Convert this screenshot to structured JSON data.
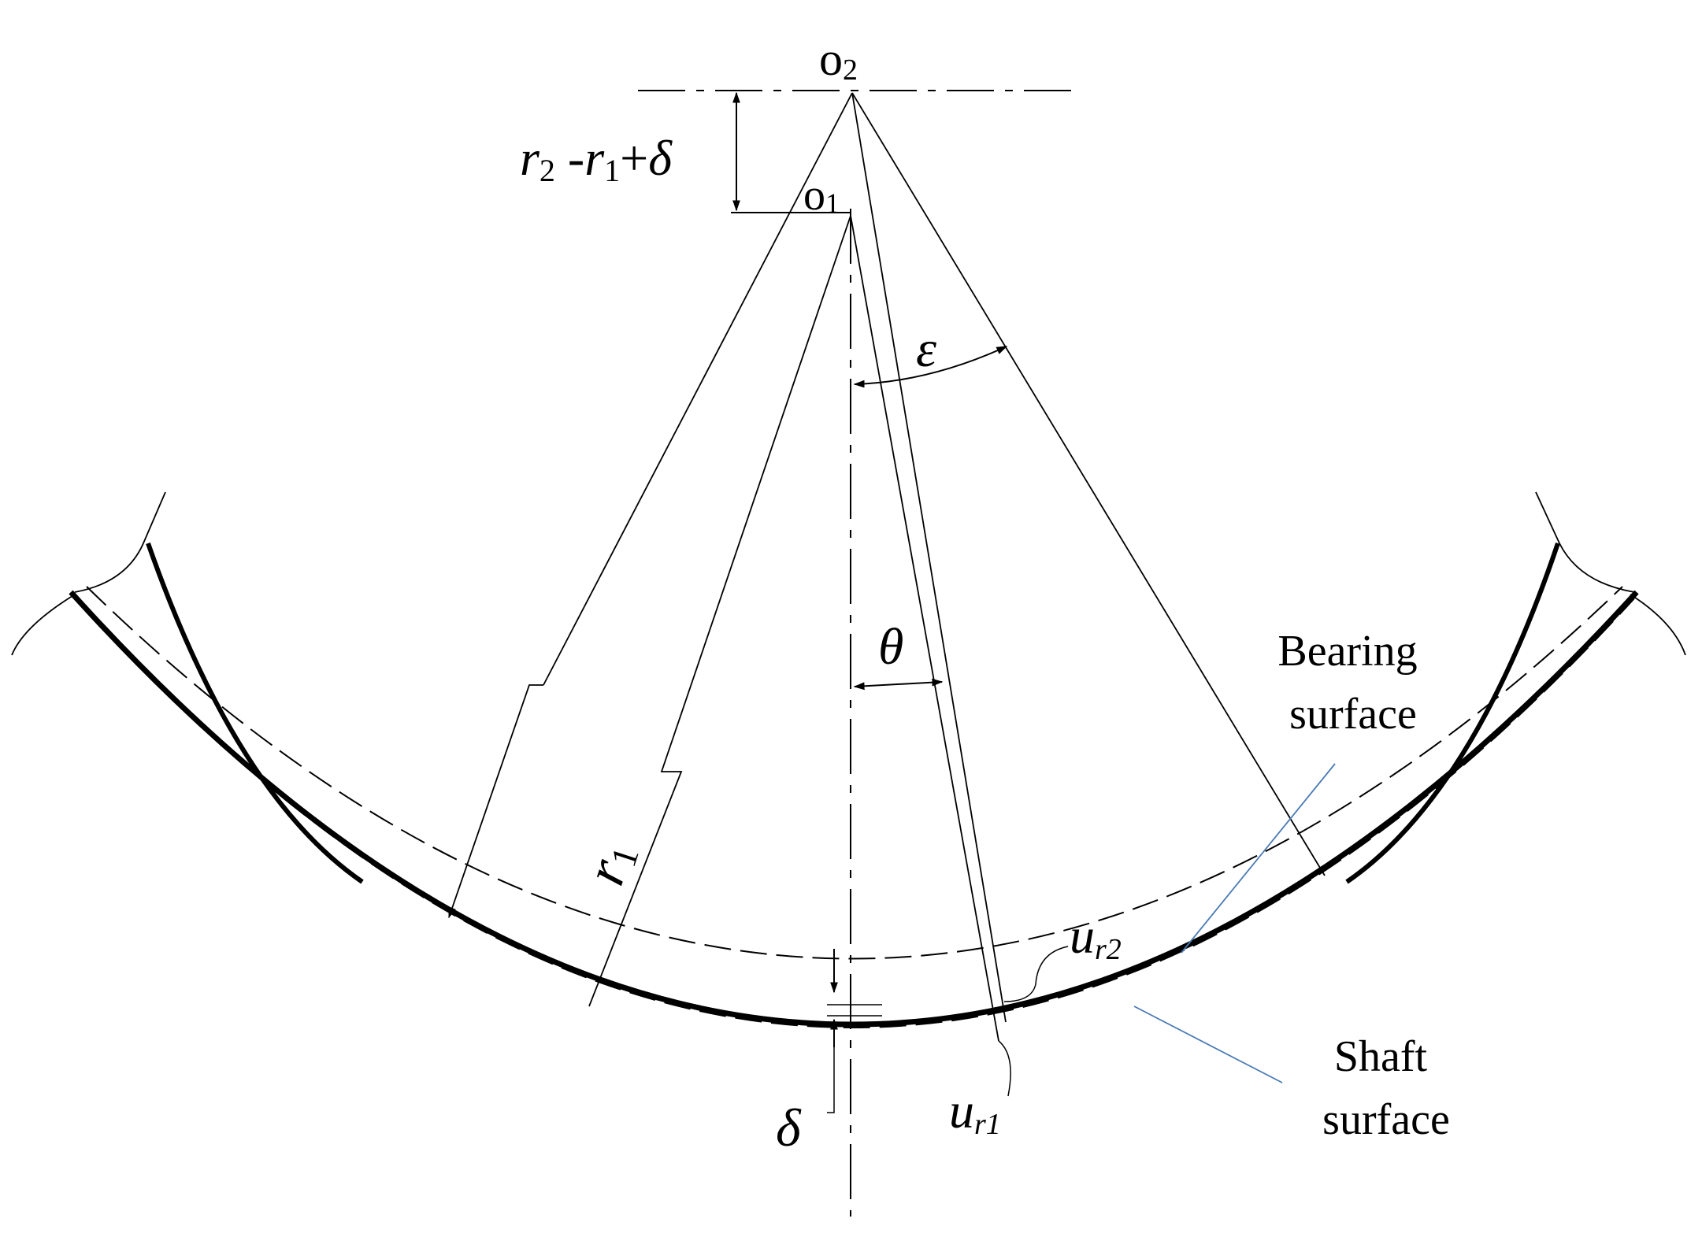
{
  "labels": {
    "o2": "o",
    "o2_sub": "2",
    "o1": "o",
    "o1_sub": "1",
    "offset_r2": "r",
    "offset_r2_sub": "2",
    "offset_minus": " -",
    "offset_r1": "r",
    "offset_r1_sub": "1",
    "offset_plus": "+",
    "offset_delta": "δ",
    "epsilon": "ε",
    "theta": "θ",
    "r1": "r",
    "r1_sub": "1",
    "ur2": "u",
    "ur2_sub": "r2",
    "ur1": "u",
    "ur1_sub": "r1",
    "delta": "δ",
    "bearing_line1": "Bearing",
    "bearing_line2": "surface",
    "shaft_line1": "Shaft",
    "shaft_line2": "surface"
  },
  "colors": {
    "line": "#000000",
    "leader": "#4a7ab3",
    "background": "#ffffff"
  }
}
